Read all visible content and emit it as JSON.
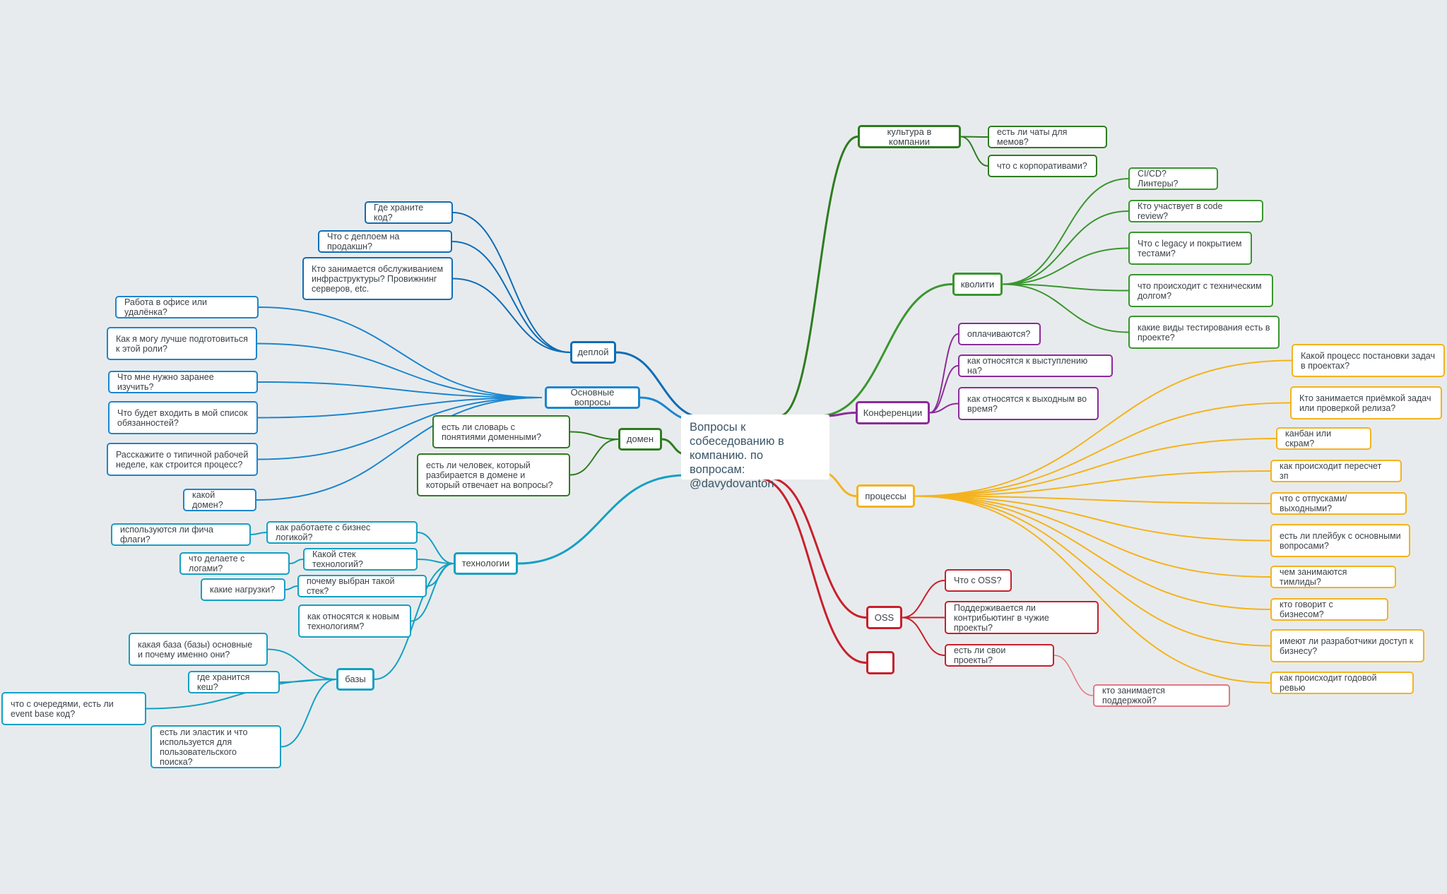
{
  "root": {
    "label": "Вопросы к собеседованию в компанию. по вопросам: @davydovanton"
  },
  "colors": {
    "background": "#e8ebed",
    "deploy": "#0f6db5",
    "main_questions": "#1b86cf",
    "domain": "#2d7d1f",
    "tech": "#14a0c4",
    "culture": "#2d7d1f",
    "quality": "#3a9630",
    "conferences": "#8a2c9a",
    "processes": "#f4b31d",
    "oss": "#c8202c",
    "oss_light": "#e07a82"
  },
  "branches": {
    "deploy": {
      "label": "деплой",
      "children": [
        "Где храните код?",
        "Что с деплоем на продакшн?",
        "Кто занимается обслуживанием инфраструктуры? Провижнинг серверов, etc."
      ]
    },
    "main_questions": {
      "label": "Основные вопросы",
      "children": [
        "Работа в офисе или удалёнка?",
        "Как я могу лучше подготовиться к этой роли?",
        "Что мне нужно заранее изучить?",
        "Что будет входить в мой список обязанностей?",
        "Расскажите о типичной рабочей неделе, как строится процесс?",
        "какой домен?"
      ]
    },
    "domain": {
      "label": "домен",
      "children": [
        "есть ли словарь с понятиями доменными?",
        "есть ли человек, который разбирается в домене и который отвечает на вопросы?"
      ]
    },
    "tech": {
      "label": "технологии",
      "children": [
        {
          "label": "как работаете с бизнес логикой?",
          "children": [
            "используются ли фича флаги?"
          ]
        },
        {
          "label": "Какой стек технологий?",
          "children": [
            "что делаете с логами?"
          ]
        },
        {
          "label": "почему выбран такой стек?",
          "children": [
            "какие нагрузки?"
          ]
        },
        {
          "label": "как относятся к новым технологиям?",
          "children": []
        },
        {
          "label": "базы",
          "children": [
            "какая база (базы) основные и почему именно они?",
            "где хранится кеш?",
            "что с очередями, есть ли event base код?",
            "есть ли эластик и что используется для пользовательского поиска?"
          ]
        }
      ]
    },
    "culture": {
      "label": "культура в компании",
      "children": [
        "есть ли чаты для мемов?",
        "что с корпоративами?"
      ]
    },
    "quality": {
      "label": "кволити",
      "children": [
        "CI/CD? Линтеры?",
        "Кто участвует в code review?",
        "Что с legacy и покрытием тестами?",
        "что происходит с техническим долгом?",
        "какие виды тестирования есть в проекте?"
      ]
    },
    "conferences": {
      "label": "Конференции",
      "children": [
        "оплачиваются?",
        "как относятся к выступлению на?",
        "как относятся к выходным во время?"
      ]
    },
    "processes": {
      "label": "процессы",
      "children": [
        "Какой процесс постановки задач в проектах?",
        "Кто занимается приёмкой задач или проверкой релиза?",
        "канбан или скрам?",
        "как происходит пересчет зп",
        "что с отпусками/выходными?",
        "есть ли плейбук с основными вопросами?",
        "чем занимаются тимлиды?",
        "кто говорит с бизнесом?",
        "имеют ли разработчики доступ к бизнесу?",
        "как происходит годовой ревью"
      ]
    },
    "oss": {
      "label": "OSS",
      "children": [
        "Что с OSS?",
        "Поддерживается ли контрибьютинг в чужие проекты?",
        {
          "label": "есть ли свои проекты?",
          "children": [
            "кто занимается поддержкой?"
          ]
        }
      ]
    },
    "empty": {
      "label": ""
    }
  }
}
